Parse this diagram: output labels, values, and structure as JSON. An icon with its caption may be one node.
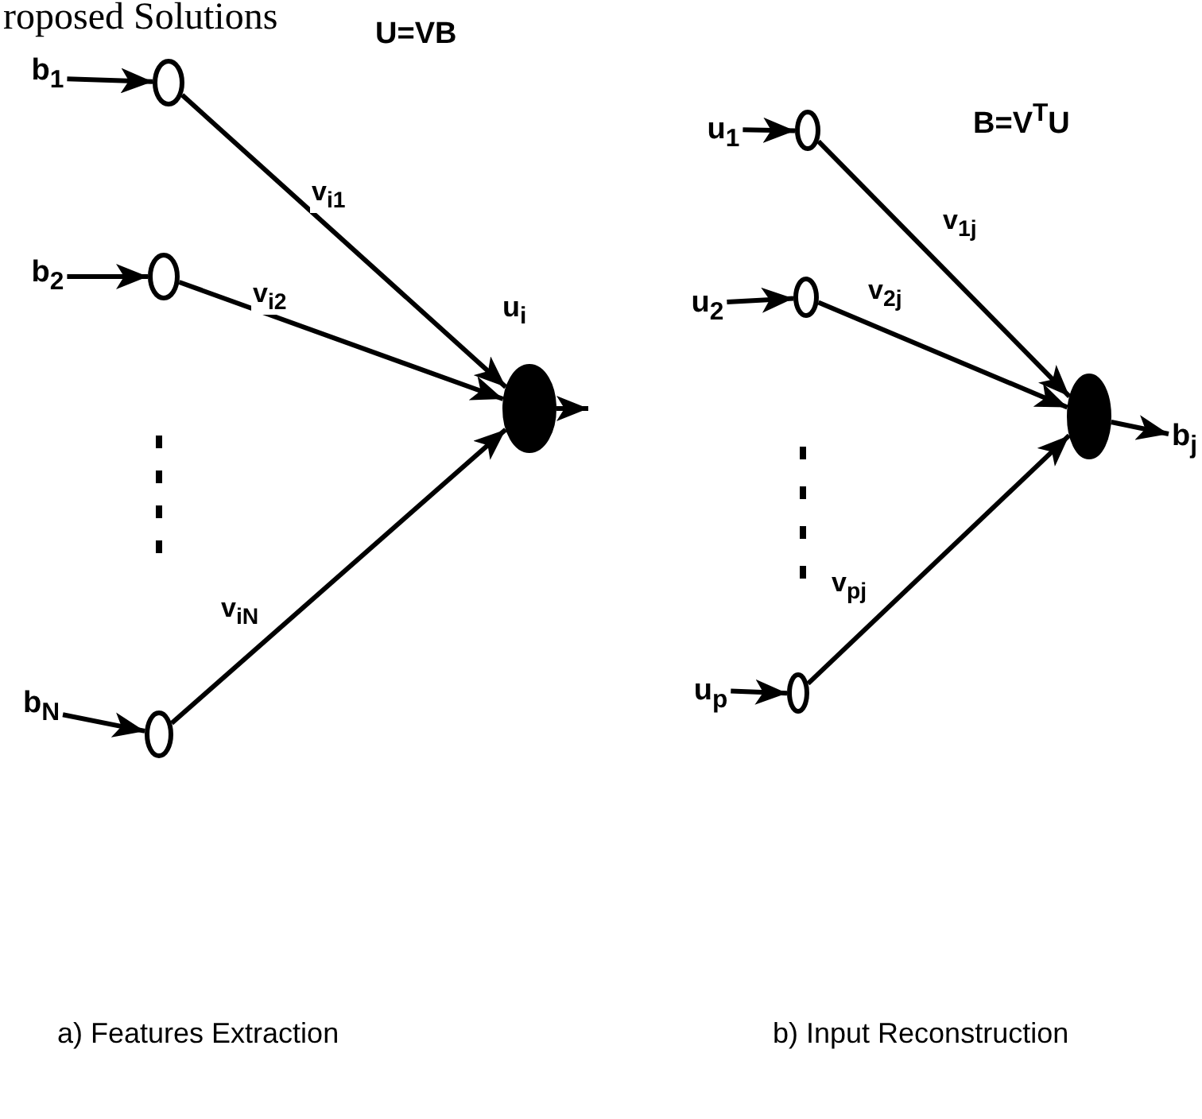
{
  "diagram": {
    "nodes": [
      {
        "text": [
          "b$_{1}$"
        ]
      },
      {
        "text": [],
        "shape": "circle"
      },
      {
        "text": [
          "b$_{2}$"
        ]
      },
      {
        "text": [],
        "shape": "circle"
      },
      {
        "text": [
          "b$_{N}$"
        ]
      },
      {
        "text": [],
        "shape": "circle"
      },
      {
        "text": [],
        "shape": "circle",
        "beside": [
          "u$_{i}$"
        ]
      },
      {
        "text": [
          "u$_{1}$"
        ]
      },
      {
        "text": [],
        "shape": "circle"
      },
      {
        "text": [
          "u$_{2}$"
        ]
      },
      {
        "text": [],
        "shape": "circle"
      },
      {
        "text": [
          "u$_{p}$"
        ]
      },
      {
        "text": [],
        "shape": "circle"
      },
      {
        "text": [],
        "shape": "circle"
      },
      {
        "text": [
          "b$_{j}$"
        ]
      }
    ],
    "edges": [
      {
        "from": 0,
        "to": 1,
        "arrow": "to"
      },
      {
        "from": 1,
        "to": 6,
        "arrow": "to",
        "label": "v$_{i1}$"
      },
      {
        "from": 2,
        "to": 3,
        "arrow": "to"
      },
      {
        "from": 3,
        "to": 6,
        "arrow": "to",
        "label": "v$_{i2}$"
      },
      {
        "from": 4,
        "to": 5,
        "arrow": "to"
      },
      {
        "from": 5,
        "to": 6,
        "arrow": "to",
        "label": "v$_{iN}$"
      },
      {
        "from": 6,
        "to": null,
        "arrow": "to"
      },
      {
        "from": 7,
        "to": 8,
        "arrow": "to"
      },
      {
        "from": 8,
        "to": 13,
        "arrow": "to",
        "label": "v$_{1j}$"
      },
      {
        "from": 9,
        "to": 10,
        "arrow": "to"
      },
      {
        "from": 10,
        "to": 13,
        "arrow": "to",
        "label": "v$_{2j}$"
      },
      {
        "from": 11,
        "to": 12,
        "arrow": "to"
      },
      {
        "from": 12,
        "to": 13,
        "arrow": "to",
        "label": "v$_{pj}$"
      },
      {
        "from": 13,
        "to": 14,
        "arrow": "to"
      }
    ],
    "labels": [
      "roposed Solutions",
      "U=VB",
      "B=V$^{T}$U",
      "a) Features Extraction",
      "b) Input Reconstruction"
    ]
  }
}
